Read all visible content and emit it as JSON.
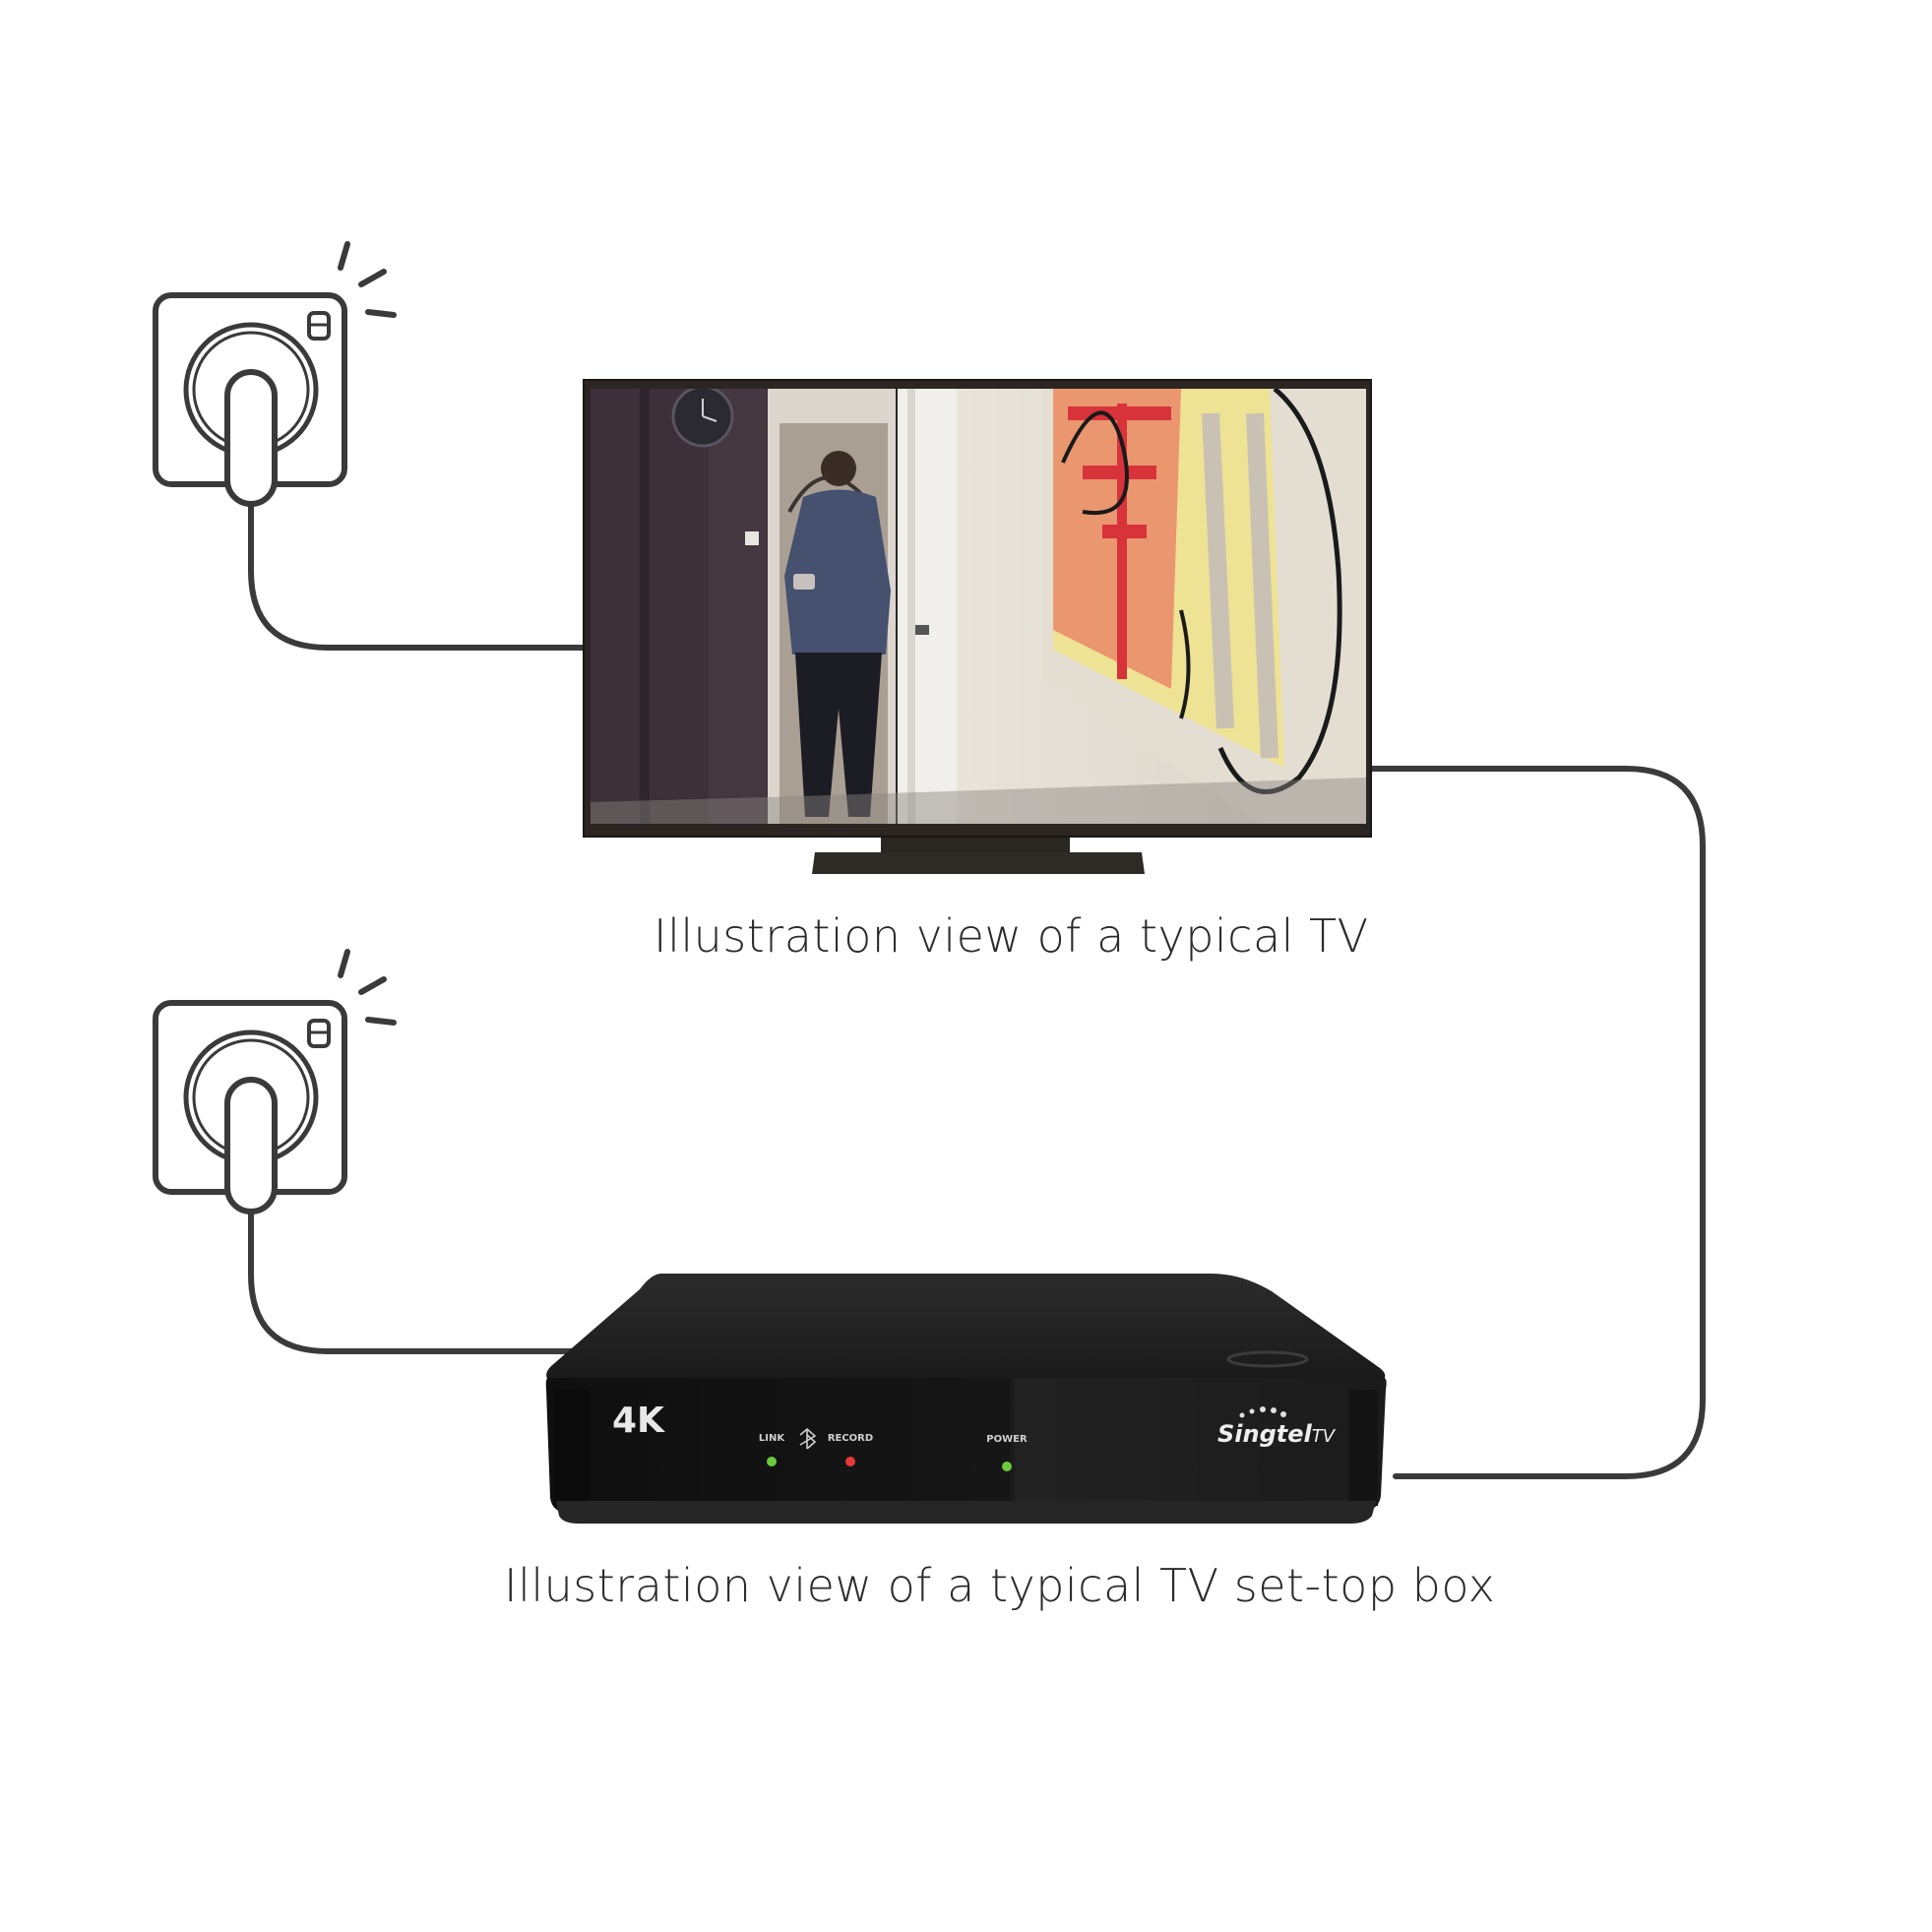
{
  "captions": {
    "tv": "Illustration view of a typical TV",
    "set_top_box": "Illustration view of a typical TV set-top box"
  },
  "set_top_box": {
    "resolution_badge": "4K",
    "indicators": {
      "link": "LINK",
      "record": "RECORD",
      "power": "POWER"
    },
    "brand": "Singtel",
    "brand_suffix": "TV",
    "led_colors": {
      "link": "#6ccb3a",
      "record": "#e53935",
      "power": "#6ccb3a"
    }
  },
  "icons": {
    "wall_socket": "wall-socket-icon",
    "bluetooth": "bluetooth-icon"
  },
  "colors": {
    "cable": "#3a3a3a",
    "device_body": "#1c1c1c",
    "tv_frame": "#2b2622"
  }
}
